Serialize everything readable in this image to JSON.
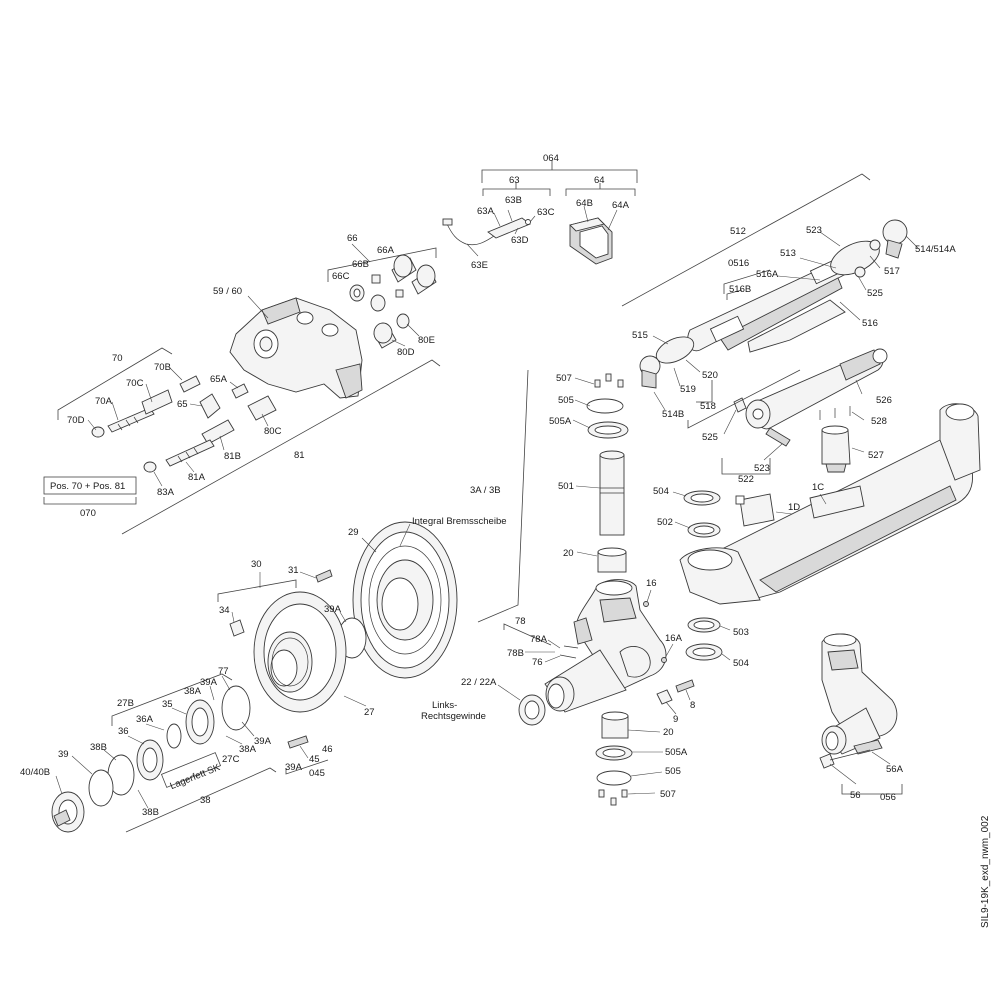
{
  "drawing_id": "SIL9-19K_exd_nwm_002",
  "labels": {
    "l064": "064",
    "l63": "63",
    "l64": "64",
    "l63B": "63B",
    "l63A": "63A",
    "l63C": "63C",
    "l63D": "63D",
    "l63E": "63E",
    "l64B": "64B",
    "l64A": "64A",
    "l66": "66",
    "l66A": "66A",
    "l66B": "66B",
    "l66C": "66C",
    "l5960": "59 / 60",
    "l80E": "80E",
    "l80D": "80D",
    "l80C": "80C",
    "l81": "81",
    "l70": "70",
    "l70B": "70B",
    "l70C": "70C",
    "l70A": "70A",
    "l70D": "70D",
    "l65A": "65A",
    "l65": "65",
    "l81B": "81B",
    "l81A": "81A",
    "l83A": "83A",
    "pos": "Pos. 70 + Pos. 81",
    "l070": "070",
    "l512": "512",
    "l523a": "523",
    "l0516": "0516",
    "l513": "513",
    "l516A": "516A",
    "l516B": "516B",
    "l514": "514/514A",
    "l517": "517",
    "l525a": "525",
    "l516": "516",
    "l515": "515",
    "l520": "520",
    "l519": "519",
    "l514B": "514B",
    "l518": "518",
    "l526": "526",
    "l528": "528",
    "l525b": "525",
    "l527": "527",
    "l523b": "523",
    "l522": "522",
    "l507a": "507",
    "l505a": "505",
    "l505Aa": "505A",
    "l3A3B": "3A / 3B",
    "l501": "501",
    "l504a": "504",
    "l1C": "1C",
    "l1D": "1D",
    "l502": "502",
    "l20a": "20",
    "l16": "16",
    "l503": "503",
    "l504b": "504",
    "l16A": "16A",
    "l78": "78",
    "l78A": "78A",
    "l78B": "78B",
    "l76": "76",
    "l2222A": "22 / 22A",
    "links": "Links-",
    "rechts": "Rechtsgewinde",
    "l9": "9",
    "l8": "8",
    "l20b": "20",
    "l505Ab": "505A",
    "l505b": "505",
    "l507b": "507",
    "integral": "Integral Bremsscheibe",
    "l29": "29",
    "l30": "30",
    "l31": "31",
    "l34": "34",
    "l39Aa": "39A",
    "l27": "27",
    "l77": "77",
    "l27B": "27B",
    "l39Ab": "39A",
    "l36A": "36A",
    "l35": "35",
    "l38A": "38A",
    "l36": "36",
    "l38Aa": "38A",
    "l39Ac": "39A",
    "l39": "39",
    "l38B": "38B",
    "l27C": "27C",
    "l4040B": "40/40B",
    "lager": "Lagerfett SK",
    "l38Bb": "38B",
    "l38": "38",
    "l45": "45",
    "l46": "46",
    "l39Ad": "39A",
    "l045": "045",
    "l56": "56",
    "l56A": "56A",
    "l056": "056"
  }
}
